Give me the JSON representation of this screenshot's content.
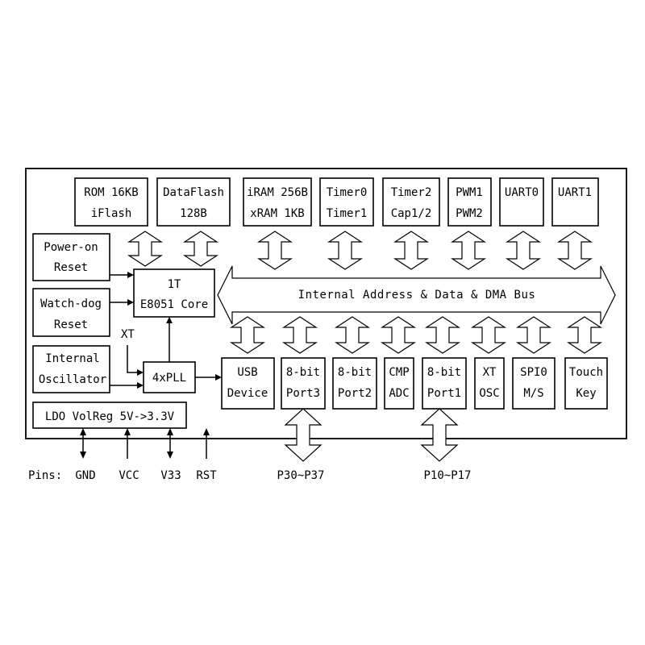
{
  "top_blocks": [
    {
      "lines": [
        "ROM 16KB",
        "iFlash"
      ]
    },
    {
      "lines": [
        "DataFlash",
        "128B"
      ]
    },
    {
      "lines": [
        "iRAM 256B",
        "xRAM 1KB"
      ]
    },
    {
      "lines": [
        "Timer0",
        "Timer1"
      ]
    },
    {
      "lines": [
        "Timer2",
        "Cap1/2"
      ]
    },
    {
      "lines": [
        "PWM1",
        "PWM2"
      ]
    },
    {
      "lines": [
        "UART0"
      ]
    },
    {
      "lines": [
        "UART1"
      ]
    }
  ],
  "left_blocks": {
    "power_on_reset": [
      "Power-on",
      "Reset"
    ],
    "watchdog_reset": [
      "Watch-dog",
      "Reset"
    ],
    "internal_oscillator": [
      "Internal",
      "Oscillator"
    ],
    "ldo": "LDO VolReg 5V->3.3V"
  },
  "core": [
    "1T",
    "E8051 Core"
  ],
  "pll": "4xPLL",
  "xt_label": "XT",
  "bus_label": "Internal Address & Data & DMA Bus",
  "bottom_blocks": [
    {
      "lines": [
        "USB",
        "Device"
      ]
    },
    {
      "lines": [
        "8-bit",
        "Port3"
      ]
    },
    {
      "lines": [
        "8-bit",
        "Port2"
      ]
    },
    {
      "lines": [
        "CMP",
        "ADC"
      ]
    },
    {
      "lines": [
        "8-bit",
        "Port1"
      ]
    },
    {
      "lines": [
        "XT",
        "OSC"
      ]
    },
    {
      "lines": [
        "SPI0",
        "M/S"
      ]
    },
    {
      "lines": [
        "Touch",
        "Key"
      ]
    }
  ],
  "pins": {
    "label": "Pins:",
    "gnd": "GND",
    "vcc": "VCC",
    "v33": "V33",
    "rst": "RST",
    "port3": "P30~P37",
    "port1": "P10~P17"
  }
}
